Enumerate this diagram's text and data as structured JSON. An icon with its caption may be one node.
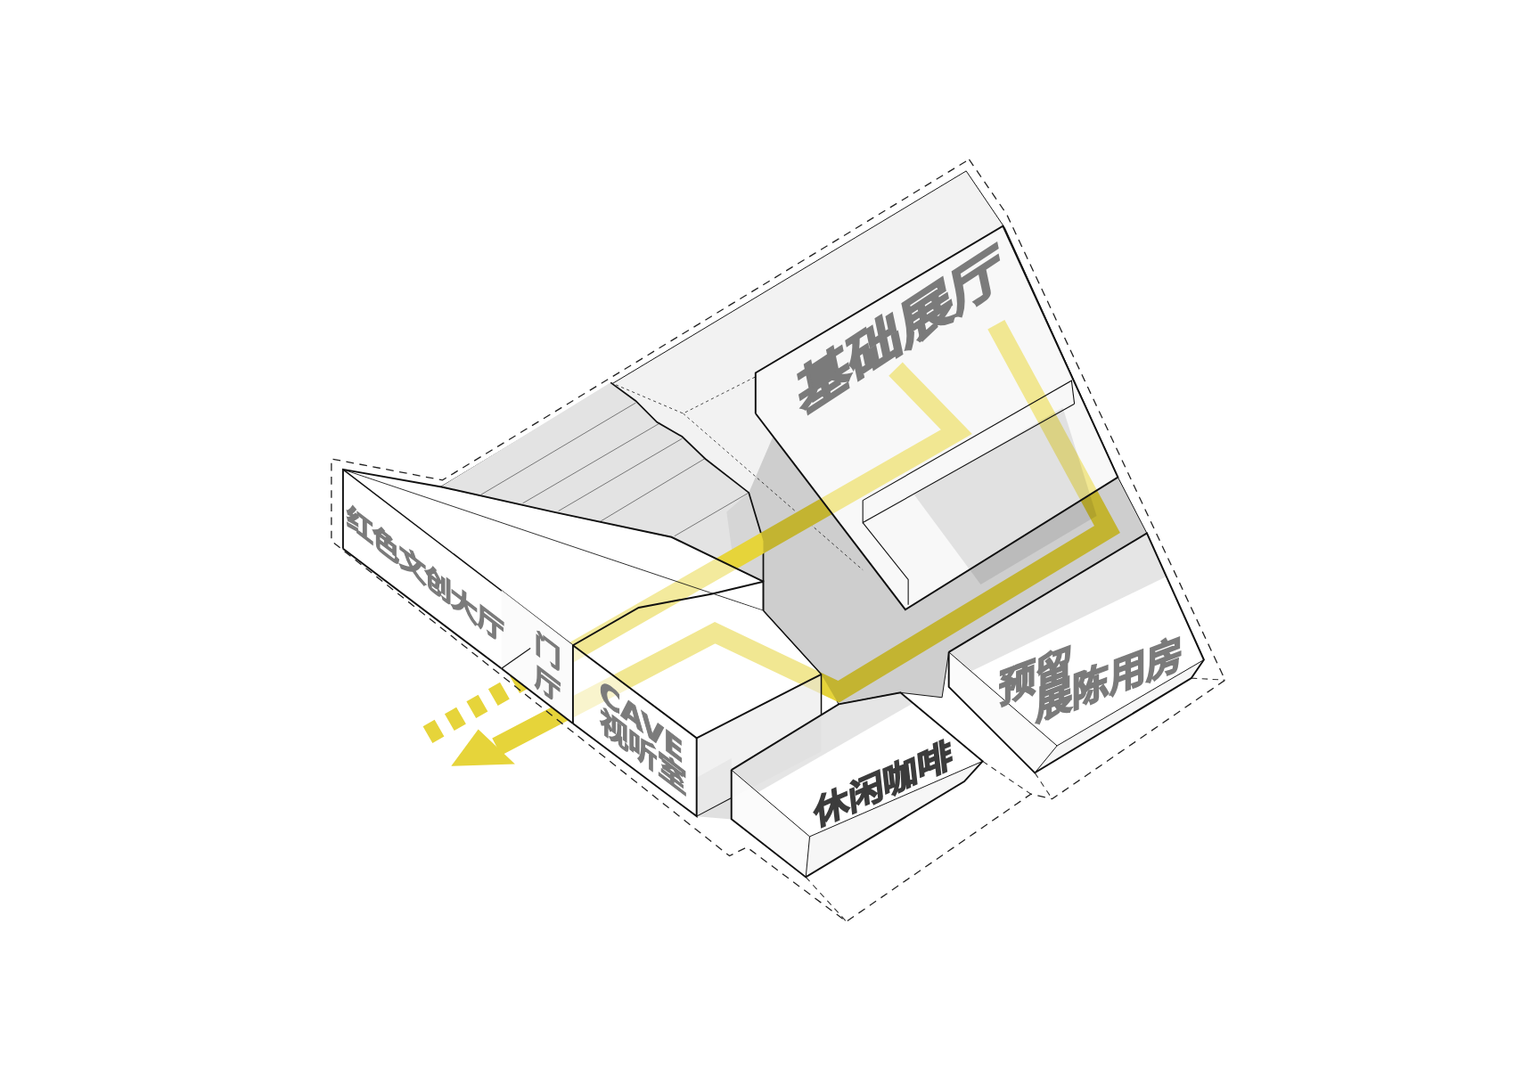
{
  "diagram": {
    "nodes": [
      {
        "text": [
          "基础展厅"
        ]
      },
      {
        "text": [
          "红色文创大厅"
        ]
      },
      {
        "text": [
          "门厅"
        ]
      },
      {
        "text": [
          "CAVE 视听室"
        ]
      },
      {
        "text": [
          "预留展陈用房"
        ]
      },
      {
        "text": [
          "休闲咖啡"
        ]
      }
    ]
  }
}
